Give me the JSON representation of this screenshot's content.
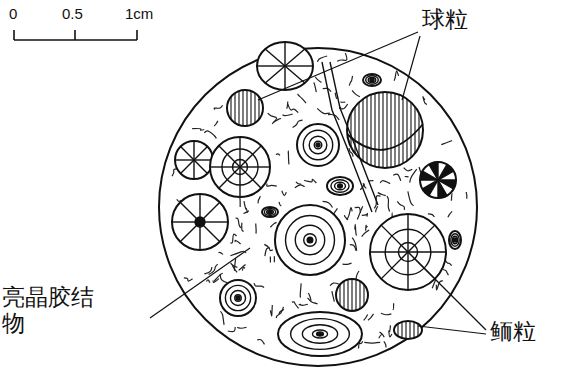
{
  "diagram": {
    "labels": [
      "0",
      "0.5",
      "1cm",
      "球粒",
      "亮晶胶结物",
      "鲕粒"
    ]
  }
}
